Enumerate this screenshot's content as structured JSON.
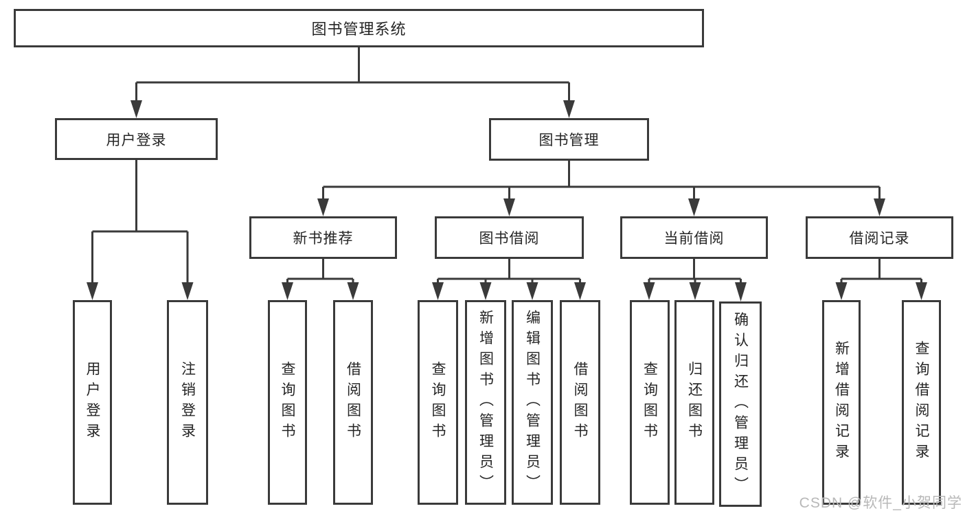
{
  "diagram": {
    "root": {
      "label": "图书管理系统"
    },
    "branches": [
      {
        "label": "用户登录",
        "children": [
          {
            "label": "用户登录"
          },
          {
            "label": "注销登录"
          }
        ]
      },
      {
        "label": "图书管理",
        "children": [
          {
            "label": "新书推荐",
            "children": [
              {
                "label": "查询图书"
              },
              {
                "label": "借阅图书"
              }
            ]
          },
          {
            "label": "图书借阅",
            "children": [
              {
                "label": "查询图书"
              },
              {
                "label": "新增图书（管理员）"
              },
              {
                "label": "编辑图书（管理员）"
              },
              {
                "label": "借阅图书"
              }
            ]
          },
          {
            "label": "当前借阅",
            "children": [
              {
                "label": "查询图书"
              },
              {
                "label": "归还图书"
              },
              {
                "label": "确认归还（管理员）"
              }
            ]
          },
          {
            "label": "借阅记录",
            "children": [
              {
                "label": "新增借阅记录"
              },
              {
                "label": "查询借阅记录"
              }
            ]
          }
        ]
      }
    ]
  },
  "watermark": {
    "text": "CSDN @软件_小贺同学"
  },
  "colors": {
    "line": "#3a3a3a",
    "box_border": "#3a3a3a",
    "text": "#252525",
    "watermark_text": "#b8b8b8",
    "background": "#ffffff"
  }
}
